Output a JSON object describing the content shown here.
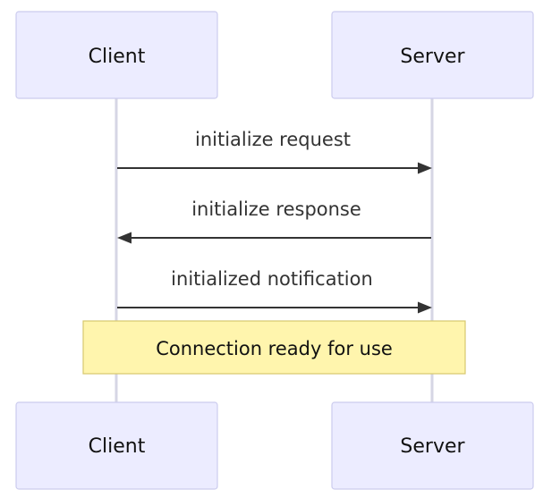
{
  "actors": {
    "client": {
      "label": "Client"
    },
    "server": {
      "label": "Server"
    }
  },
  "messages": [
    {
      "label": "initialize request",
      "from": "client",
      "to": "server"
    },
    {
      "label": "initialize response",
      "from": "server",
      "to": "client"
    },
    {
      "label": "initialized notification",
      "from": "client",
      "to": "server"
    }
  ],
  "note": {
    "label": "Connection ready for use"
  },
  "colors": {
    "actor_fill": "#ececff",
    "actor_border": "#ccccee",
    "note_fill": "#fff5ad",
    "note_border": "#d7c86e",
    "line": "#333333"
  }
}
